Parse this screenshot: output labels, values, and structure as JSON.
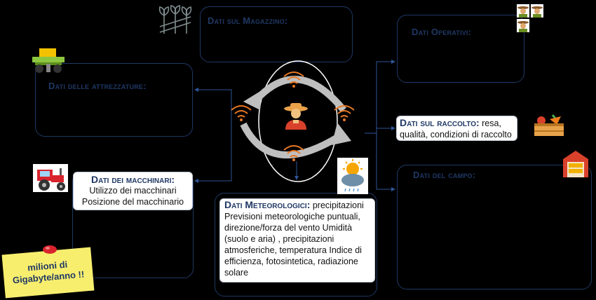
{
  "panels": {
    "magazzino": {
      "title": "Dati sul Magazzino:"
    },
    "attrezzature": {
      "title": "Dati delle attrezzature:"
    },
    "operativi": {
      "title": "Dati Operativi:"
    },
    "campo": {
      "title": "Dati del campo:"
    },
    "macchinari_panel": {
      "title": ""
    }
  },
  "cards": {
    "raccolto": {
      "heading": "Dati sul raccolto:",
      "text_line1": " resa,",
      "text_line2": "qualità, condizioni di raccolto"
    },
    "macchinari": {
      "heading": "Dati dei macchinari:",
      "line1": "Utilizzo dei macchinari",
      "line2": "Posizione del macchinario"
    },
    "meteo": {
      "heading": "Dati Meteorologici:",
      "text_inline": " precipitazioni",
      "body": "Previsioni meteorologiche puntuali, direzione/forza del vento Umidità (suolo e aria) , precipitazioni atmosferiche, temperatura Indice di efficienza, fotosintetica, radiazione solare"
    }
  },
  "sticky_note": {
    "line1": "milioni di",
    "line2": "Gigabyte/anno !!"
  },
  "colors": {
    "panel_border": "#1f3864",
    "title_color": "#1f3864",
    "wifi": "#e87722",
    "sticky": "#f7ee6e",
    "arrow": "#bfbfbf"
  },
  "icons": {
    "crops": "crops-icon",
    "farmers": "farmers-icon",
    "seeder": "seeder-icon",
    "tractor": "tractor-icon",
    "vegetables": "vegetable-crate-icon",
    "barn": "barn-icon",
    "weather": "weather-icon",
    "farmer_center": "farmer-icon",
    "wifi": "wifi-icon"
  }
}
